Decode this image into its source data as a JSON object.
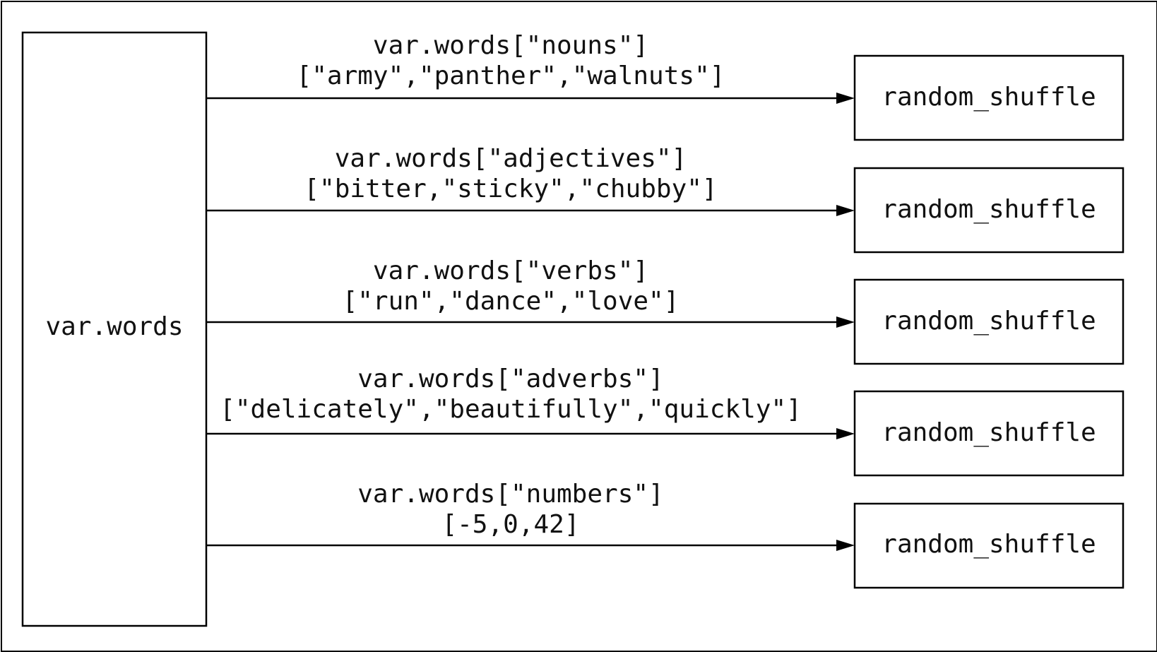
{
  "source": {
    "label": "var.words"
  },
  "flows": [
    {
      "key_expr": "var.words[\"nouns\"]",
      "values": "[\"army\",\"panther\",\"walnuts\"]",
      "target": "random_shuffle"
    },
    {
      "key_expr": "var.words[\"adjectives\"]",
      "values": "[\"bitter,\"sticky\",\"chubby\"]",
      "target": "random_shuffle"
    },
    {
      "key_expr": "var.words[\"verbs\"]",
      "values": "[\"run\",\"dance\",\"love\"]",
      "target": "random_shuffle"
    },
    {
      "key_expr": "var.words[\"adverbs\"]",
      "values": "[\"delicately\",\"beautifully\",\"quickly\"]",
      "target": "random_shuffle"
    },
    {
      "key_expr": "var.words[\"numbers\"]",
      "values": "[-5,0,42]",
      "target": "random_shuffle"
    }
  ]
}
